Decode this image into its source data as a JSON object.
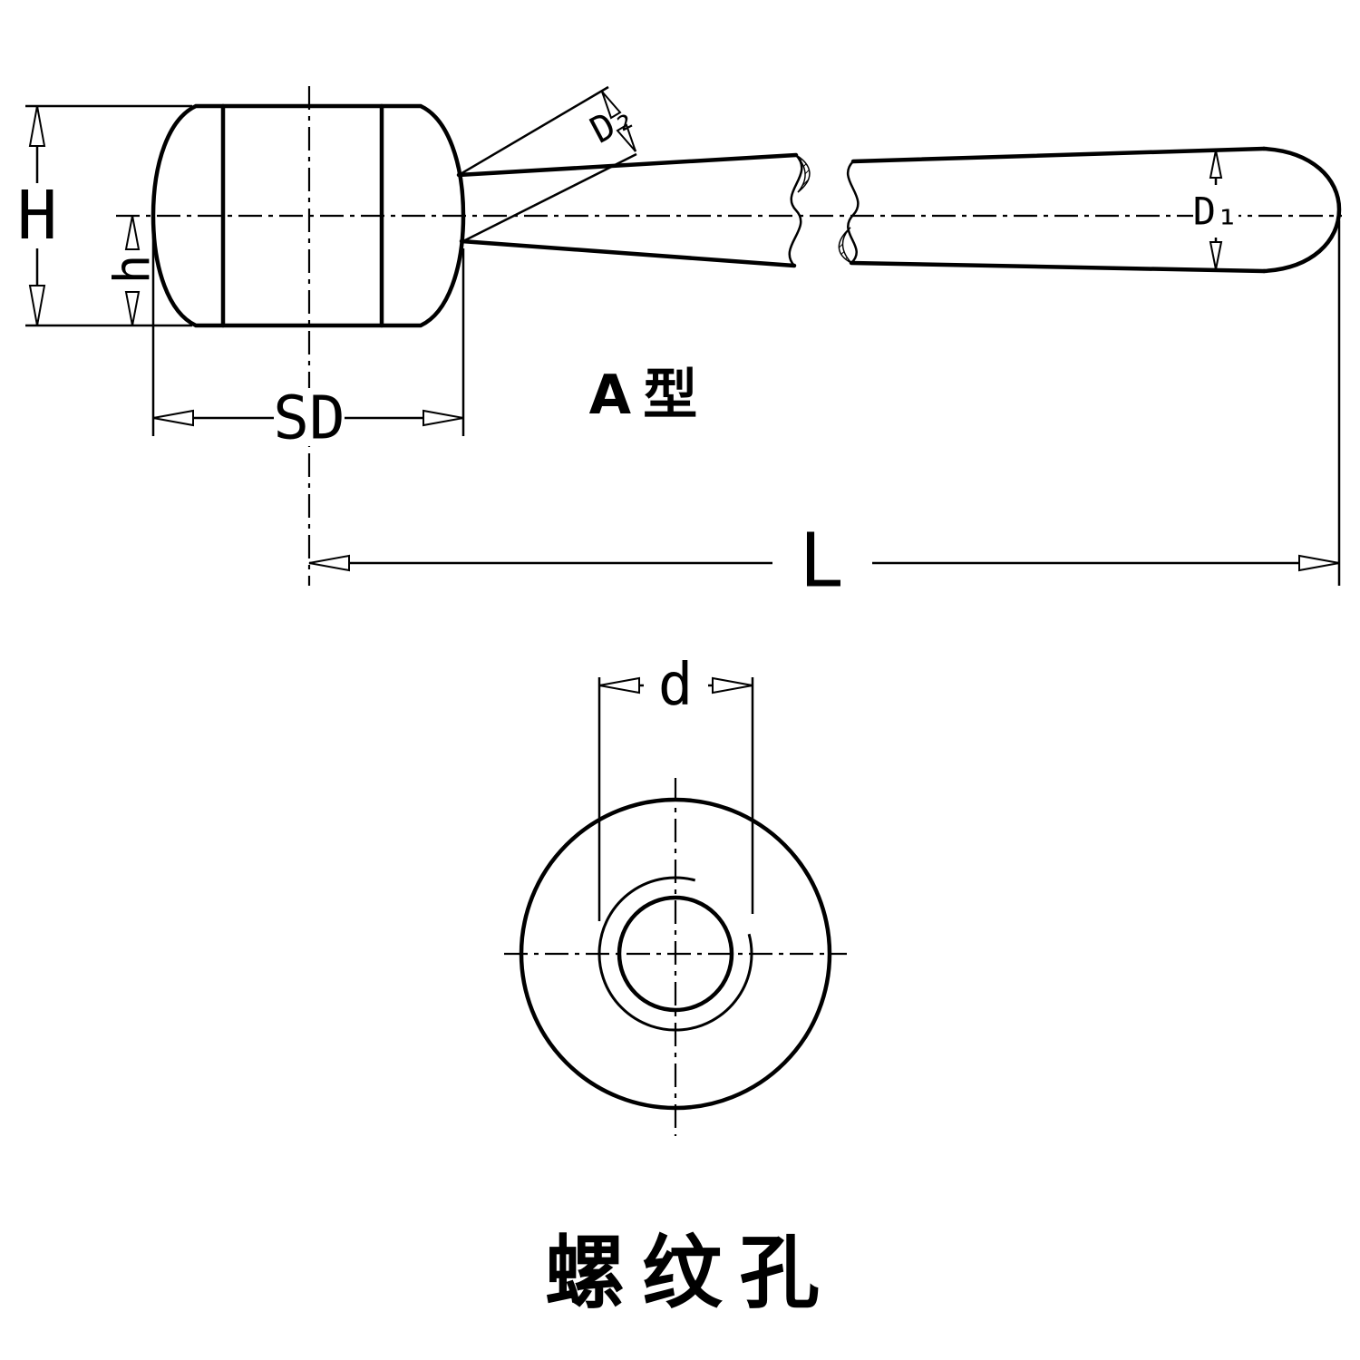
{
  "drawing": {
    "side_view": {
      "dim_H_label": "H",
      "dim_h_label": "h",
      "dim_SD_label": "SD",
      "dim_D2_label": "D₂",
      "dim_D1_label": "D₁",
      "dim_L_label": "L",
      "type_label": "A型"
    },
    "front_view": {
      "dim_d_label": "d",
      "caption": "螺纹孔"
    },
    "colors": {
      "line": "#000000",
      "background": "#ffffff"
    }
  }
}
